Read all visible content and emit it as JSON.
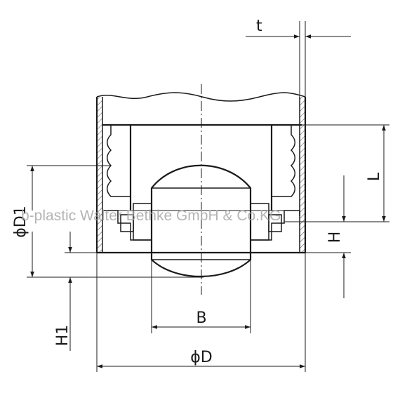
{
  "drawing": {
    "dimensions": {
      "t": "t",
      "L": "L",
      "H": "H",
      "D1": "ϕD1",
      "H1": "H1",
      "B": "B",
      "D": "ϕD"
    },
    "watermark": "b-plastic Walter Bethke GmbH & Co.KG"
  }
}
